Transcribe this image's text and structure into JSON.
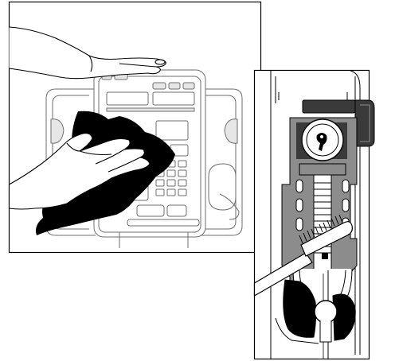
{
  "figure": {
    "panels": [
      {
        "id": "wipe-pump-exterior",
        "subject": "hand-with-cloth"
      },
      {
        "id": "brush-pump-channel",
        "subject": "brush"
      }
    ],
    "colors": {
      "ink": "#000000",
      "paper": "#ffffff",
      "device_line": "#6e6e6e",
      "device_fill": "#e6e6e6",
      "mechanism": "#8c8c8c",
      "mechanism_dark": "#3a3a3a"
    }
  }
}
